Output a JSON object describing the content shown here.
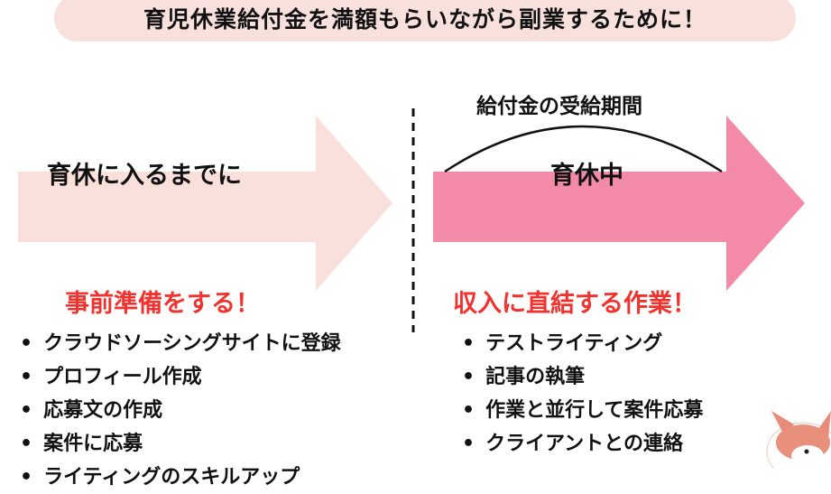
{
  "title": "育児休業給付金を満額もらいながら副業するために！",
  "left": {
    "arrow_label": "育休に入るまでに",
    "heading": "事前準備をする！",
    "items": [
      "クラウドソーシングサイトに登録",
      "プロフィール作成",
      "応募文の作成",
      "案件に応募",
      "ライティングのスキルアップ"
    ]
  },
  "right": {
    "period_label": "給付金の受給期間",
    "arrow_label": "育休中",
    "heading": "収入に直結する作業！",
    "items": [
      "テストライティング",
      "記事の執筆",
      "作業と並行して案件応募",
      "クライアントとの連絡"
    ]
  },
  "colors": {
    "left_arrow": "#fae0db",
    "right_arrow": "#f38aa8",
    "heading": "#f0332e",
    "banner": "#f8e1dd"
  }
}
